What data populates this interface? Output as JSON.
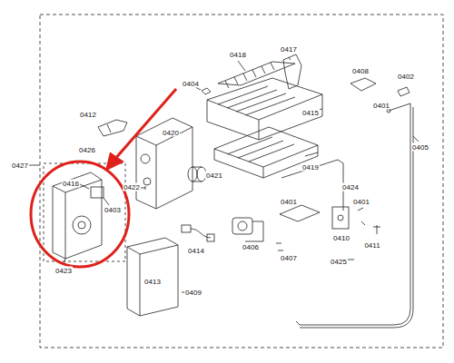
{
  "diagram": {
    "labels": [
      "0418",
      "0417",
      "0408",
      "0402",
      "0404",
      "0412",
      "0415",
      "0401",
      "0405",
      "0420",
      "0426",
      "0419",
      "0427",
      "0416",
      "0422",
      "0421",
      "0424",
      "0403",
      "0410",
      "0401",
      "0401",
      "0414",
      "0406",
      "0411",
      "0407",
      "0423",
      "0413",
      "0409",
      "0425"
    ]
  }
}
